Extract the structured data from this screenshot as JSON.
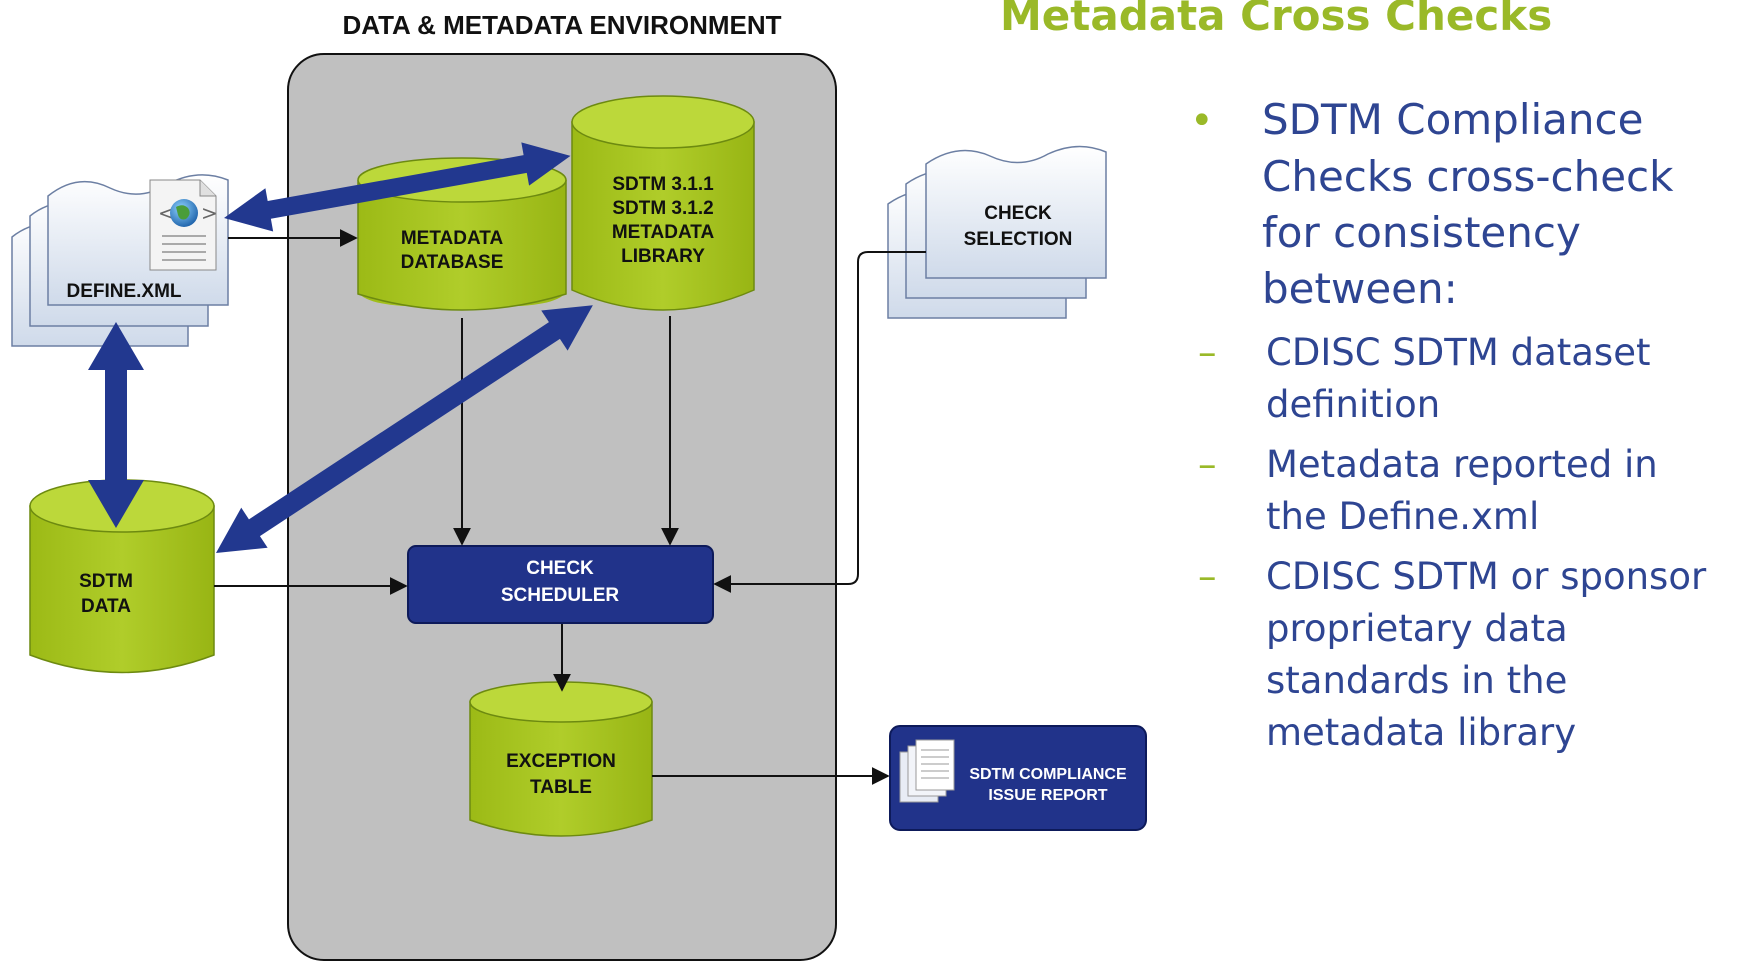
{
  "diagram": {
    "environment_title": "DATA & METADATA ENVIRONMENT",
    "define_xml": "DEFINE.XML",
    "metadata_database": [
      "METADATA",
      "DATABASE"
    ],
    "sdtm_library": [
      "SDTM 3.1.1",
      "SDTM 3.1.2",
      "METADATA",
      "LIBRARY"
    ],
    "check_selection": [
      "CHECK",
      "SELECTION"
    ],
    "sdtm_data": [
      "SDTM",
      "DATA"
    ],
    "check_scheduler": [
      "CHECK",
      "SCHEDULER"
    ],
    "exception_table": [
      "EXCEPTION",
      "TABLE"
    ],
    "issue_report": [
      "SDTM COMPLIANCE",
      "ISSUE REPORT"
    ]
  },
  "side": {
    "title": "Metadata Cross Checks",
    "bullet": "SDTM Compliance Checks cross-check for consistency between:",
    "sub_items": [
      "CDISC SDTM dataset definition",
      "Metadata reported in the Define.xml",
      "CDISC SDTM or sponsor proprietary data standards in the metadata library"
    ]
  },
  "colors": {
    "cylinder": "#a4c21b",
    "cylinder_top": "#bcd83a",
    "environment_panel": "#c0c0c0",
    "scheduler": "#21338a",
    "arrow_blue": "#22388f",
    "title_green": "#9ab928",
    "text_blue": "#2e4592"
  }
}
